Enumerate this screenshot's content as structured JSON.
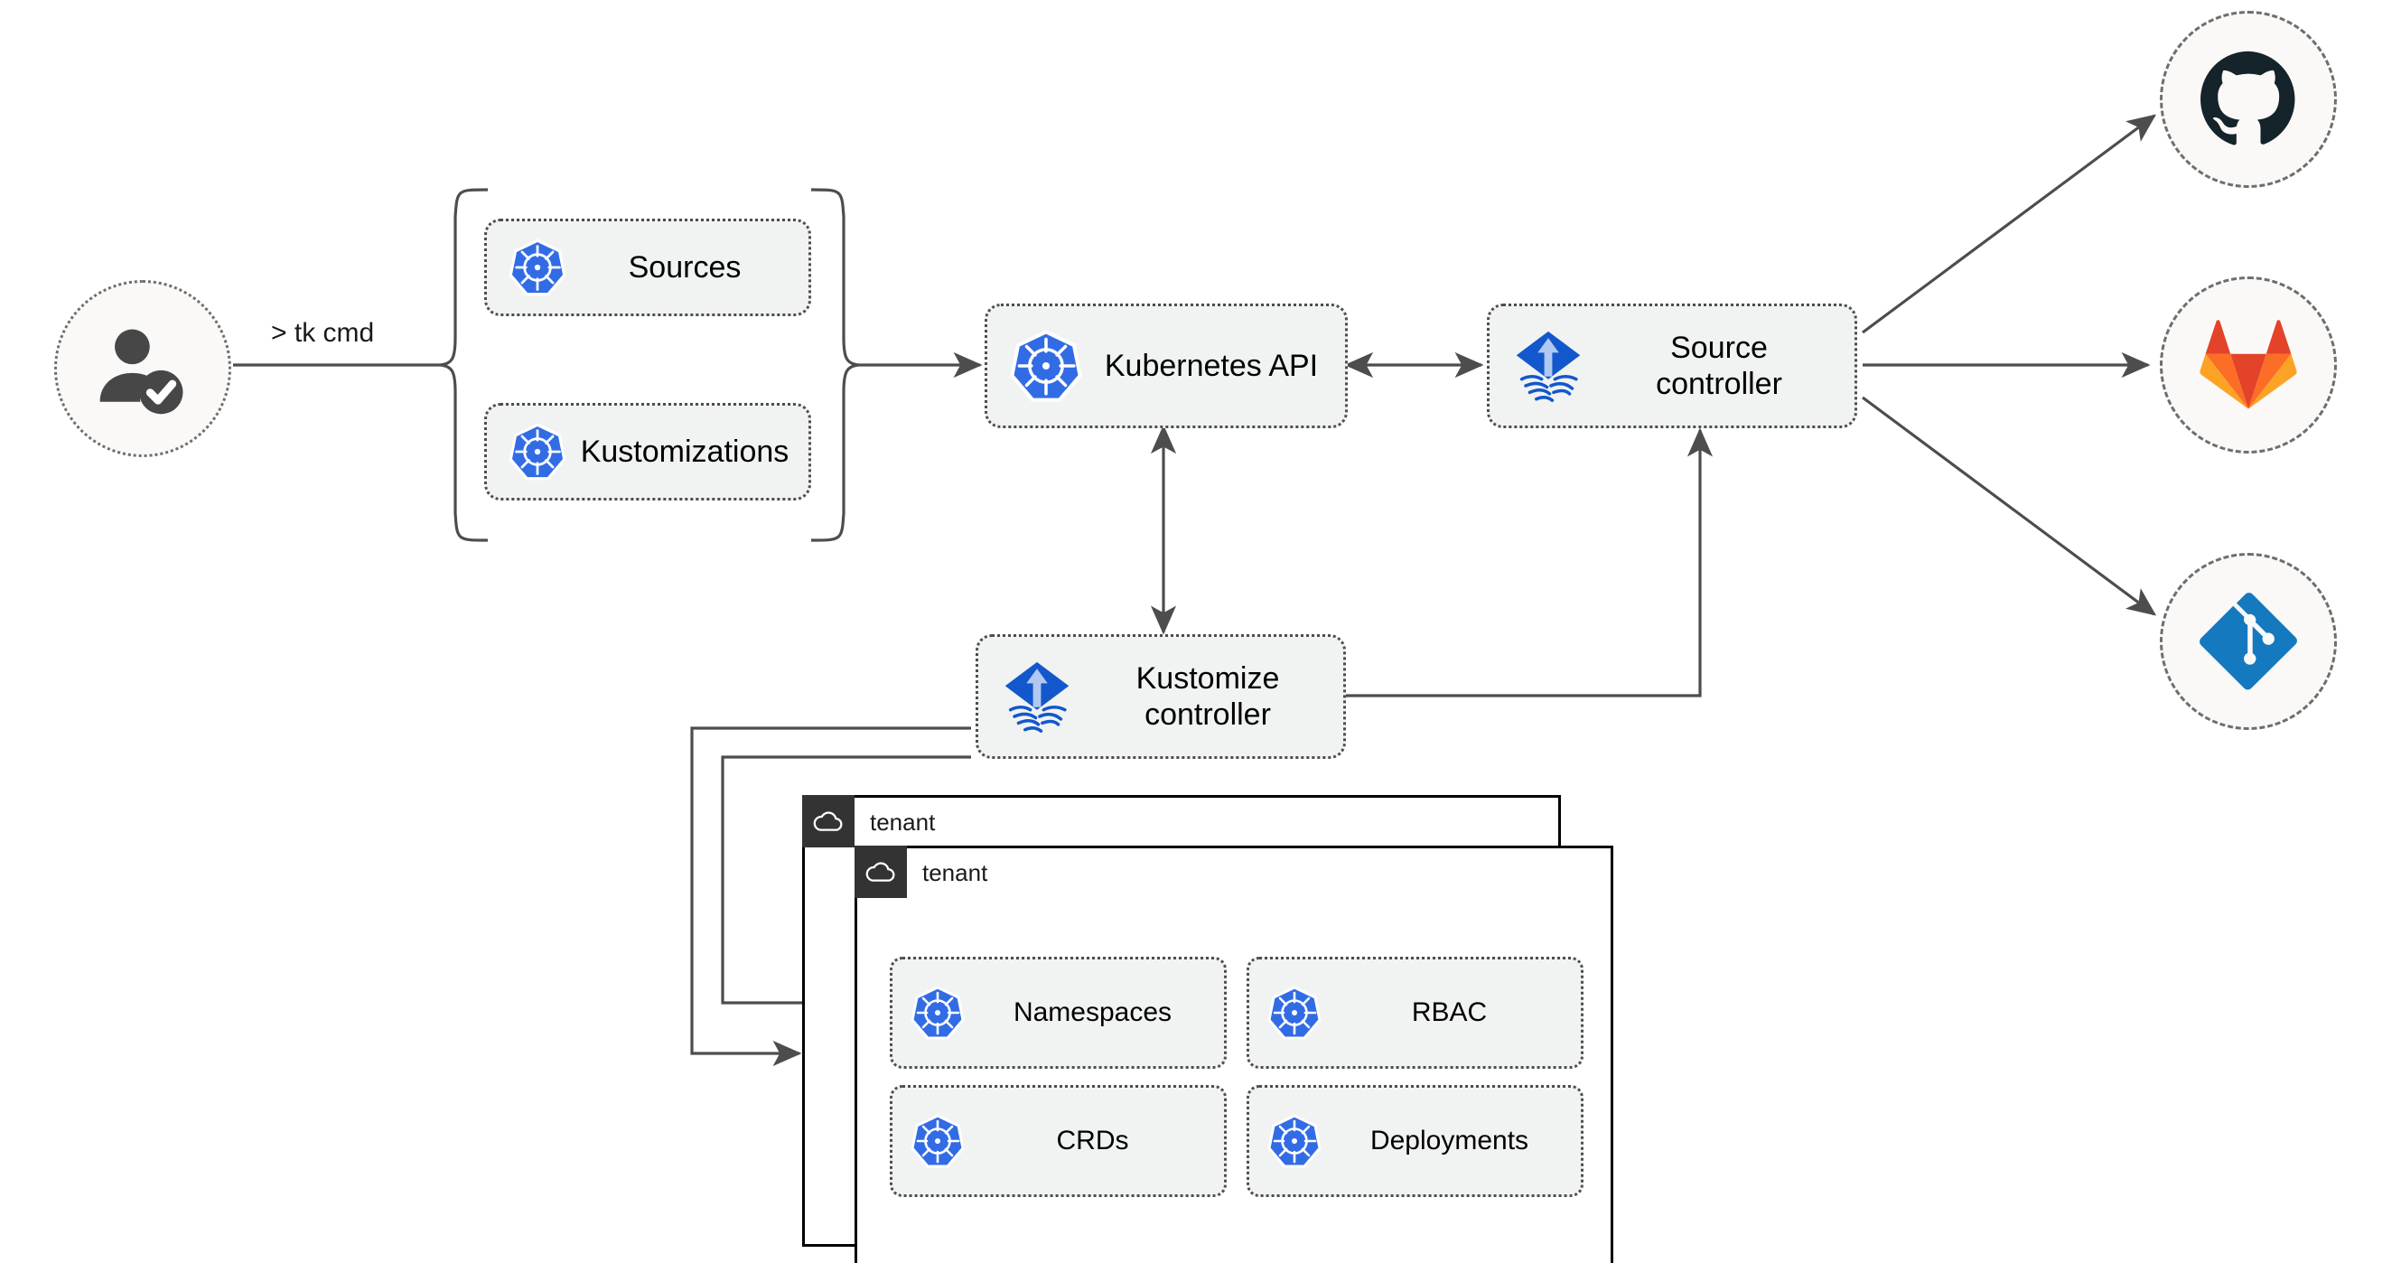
{
  "diagram": {
    "title": "Flux multi-tenancy GitOps architecture",
    "colors": {
      "kubernetes_blue": "#326CE5",
      "flux_blue": "#1257CC",
      "flux_arrow": "#AFC9F0",
      "github_dark": "#15232B",
      "gitlab_red": "#E24329",
      "gitlab_orange": "#FC6D26",
      "gitlab_amber": "#FCA326",
      "git_blue": "#1479BF",
      "node_fill": "#F1F2F2",
      "node_stroke": "#4D4D4D",
      "circle_fill": "#FAF9F7",
      "circle_stroke": "#6E6E6E",
      "tenant_tab": "#333333",
      "wire": "#4D4D4D",
      "text": "#000000"
    }
  },
  "actor": {
    "name": "user-verified",
    "icon": "user-check-icon"
  },
  "command": {
    "label": "> tk cmd"
  },
  "resource_group": {
    "name": "flux-custom-resources",
    "items": [
      {
        "label": "Sources",
        "icon": "kubernetes-icon"
      },
      {
        "label": "Kustomizations",
        "icon": "kubernetes-icon"
      }
    ]
  },
  "nodes": {
    "kubernetes_api": {
      "label": "Kubernetes API",
      "icon": "kubernetes-icon"
    },
    "source_controller": {
      "label": "Source\ncontroller",
      "icon": "flux-icon"
    },
    "kustomize_controller": {
      "label": "Kustomize\ncontroller",
      "icon": "flux-icon"
    }
  },
  "git_providers": [
    {
      "name": "github",
      "icon": "github-icon"
    },
    {
      "name": "gitlab",
      "icon": "gitlab-icon"
    },
    {
      "name": "git",
      "icon": "git-icon"
    }
  ],
  "tenants": [
    {
      "name": "tenant",
      "icon": "cloud-icon",
      "tiles": []
    },
    {
      "name": "tenant",
      "icon": "cloud-icon",
      "tiles": [
        {
          "label": "Namespaces",
          "icon": "kubernetes-icon"
        },
        {
          "label": "RBAC",
          "icon": "kubernetes-icon"
        },
        {
          "label": "CRDs",
          "icon": "kubernetes-icon"
        },
        {
          "label": "Deployments",
          "icon": "kubernetes-icon"
        }
      ]
    }
  ],
  "connections": [
    {
      "from": "user-verified",
      "to": "flux-custom-resources",
      "label": "> tk cmd",
      "direction": "one-way"
    },
    {
      "from": "flux-custom-resources",
      "to": "kubernetes_api",
      "direction": "one-way"
    },
    {
      "from": "kubernetes_api",
      "to": "source_controller",
      "direction": "two-way"
    },
    {
      "from": "kubernetes_api",
      "to": "kustomize_controller",
      "direction": "two-way"
    },
    {
      "from": "kustomize_controller",
      "to": "source_controller",
      "direction": "one-way"
    },
    {
      "from": "source_controller",
      "to": "github",
      "direction": "one-way"
    },
    {
      "from": "source_controller",
      "to": "gitlab",
      "direction": "one-way"
    },
    {
      "from": "source_controller",
      "to": "git",
      "direction": "one-way"
    },
    {
      "from": "kustomize_controller",
      "to": "tenant-1",
      "direction": "one-way"
    },
    {
      "from": "kustomize_controller",
      "to": "tenant-2",
      "direction": "one-way"
    }
  ]
}
